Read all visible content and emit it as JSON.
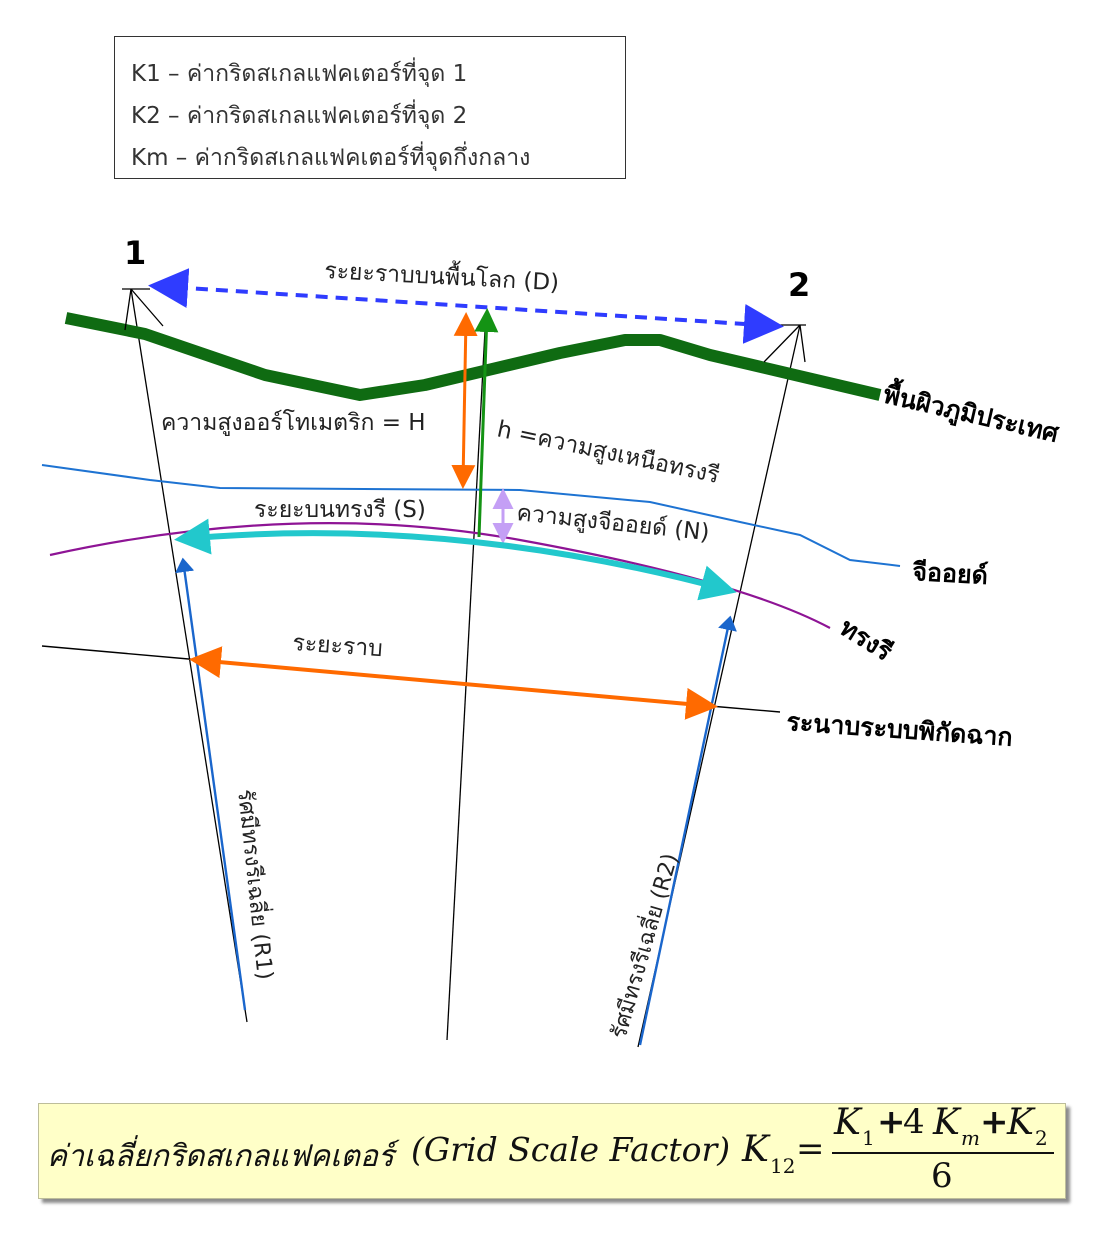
{
  "legend": {
    "k1": "K1 – ค่ากริดสเกลแฟคเตอร์ที่จุด 1",
    "k2": "K2 – ค่ากริดสเกลแฟคเตอร์ที่จุด 2",
    "km": "Km – ค่ากริดสเกลแฟคเตอร์ที่จุดกึ่งกลาง"
  },
  "points": {
    "p1": "1",
    "p2": "2"
  },
  "labels": {
    "ground_distance": "ระยะราบบนพื้นโลก (D)",
    "terrain": "พื้นผิวภูมิประเทศ",
    "orthometric": "ความสูงออร์โทเมตริก = H",
    "ellipsoid_height": "h =ความสูงเหนือทรงรี",
    "ellipsoid_distance": "ระยะบนทรงรี (S)",
    "geoid_height": "ความสูงจีออยด์ (N)",
    "geoid": "จีออยด์",
    "ellipsoid": "ทรงรี",
    "grid_distance": "ระยะราบ",
    "projection_plane": "ระนาบระบบพิกัดฉาก",
    "radius1": "รัศมีทรงรีเฉลี่ย (R1)",
    "radius2": "รัศมีทรงรีเฉลี่ย (R2)"
  },
  "formula": {
    "label": "ค่าเฉลี่ยกริดสเกลแฟคเตอร์",
    "paren_text": "(Grid Scale Factor)",
    "lhs": "K",
    "lhs_sub": "12",
    "equals": "=",
    "num_k1": "K",
    "num_k1_sub": "1",
    "num_plus1": "+",
    "num_coef": "4",
    "num_km": "K",
    "num_km_sub": "m",
    "num_plus2": "+",
    "num_k2": "K",
    "num_k2_sub": "2",
    "denominator": "6"
  },
  "colors": {
    "terrain": "#0f6b12",
    "geoid": "#1e73d2",
    "ellipsoid": "#8e1495",
    "grid_arrow": "#ff6a00",
    "ellipsoid_arrow": "#22c8cc",
    "ground_arrow": "#2f3cff",
    "h_arrow": "#149314",
    "n_arrow": "#c49ff5",
    "radius_arrow": "#1a66cc",
    "formula_bg": "#ffffc8"
  }
}
